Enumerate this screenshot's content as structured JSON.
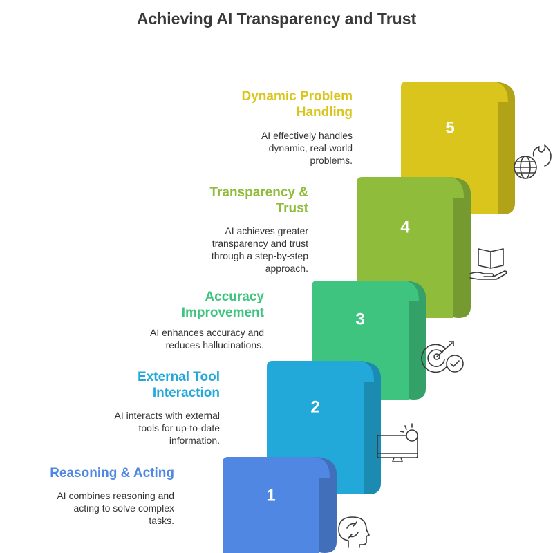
{
  "title": "Achieving AI Transparency and Trust",
  "steps": [
    {
      "number": "1",
      "title": "Reasoning & Acting",
      "description": "AI combines reasoning and\nacting to solve complex\ntasks.",
      "color": "#4f87e3",
      "icon": "brain-cycle-icon"
    },
    {
      "number": "2",
      "title": "External Tool\nInteraction",
      "description": "AI interacts with external\ntools for up-to-date\ninformation.",
      "color": "#22a9d9",
      "icon": "monitor-click-icon"
    },
    {
      "number": "3",
      "title": "Accuracy\nImprovement",
      "description": "AI enhances accuracy and\nreduces hallucinations.",
      "color": "#3ec47f",
      "icon": "target-check-icon"
    },
    {
      "number": "4",
      "title": "Transparency &\nTrust",
      "description": "AI achieves greater\ntransparency and trust\nthrough a step-by-step\napproach.",
      "color": "#8fbd3b",
      "icon": "hand-book-icon"
    },
    {
      "number": "5",
      "title": "Dynamic Problem\nHandling",
      "description": "AI effectively handles\ndynamic, real-world\nproblems.",
      "color": "#d9c51c",
      "icon": "globe-fire-icon"
    }
  ]
}
